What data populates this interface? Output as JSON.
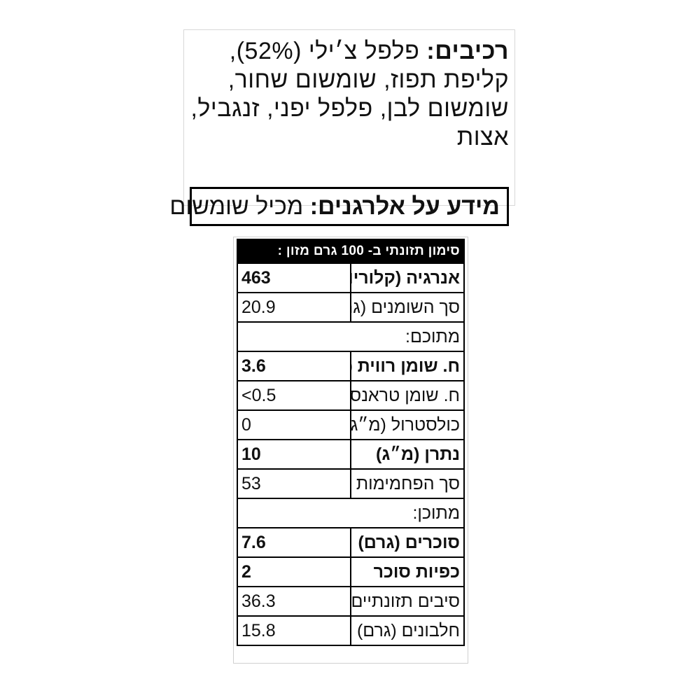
{
  "ingredients": {
    "heading": "רכיבים:",
    "text": "פלפל צ׳ילי (52%), קליפת תפוז, שומשום שחור, שומשום לבן, פלפל יפני, זנגביל, אצות",
    "allergen_heading": "מידע על אלרגנים:",
    "allergen_text": "מכיל שומשום"
  },
  "nutrition": {
    "header": "סימון תזונתי ב- 100 גרם מזון :",
    "rows": [
      {
        "label": "אנרגיה (קלוריות)",
        "value": "463",
        "bold": true
      },
      {
        "label": "סך השומנים (גרם)",
        "value": "20.9",
        "bold": false
      },
      {
        "label": "מתוכם:",
        "value": "",
        "bold": false
      },
      {
        "label": "ח. שומן רווית (גרם)",
        "value": "3.6",
        "bold": true
      },
      {
        "label": "ח. שומן טראנס (גרם)",
        "value": "<0.5",
        "bold": false
      },
      {
        "label": "כולסטרול (מ״ג)",
        "value": "0",
        "bold": false
      },
      {
        "label": "נתרן (מ״ג)",
        "value": "10",
        "bold": true
      },
      {
        "label": "סך הפחמימות (גרם)",
        "value": "53",
        "bold": false
      },
      {
        "label": "מתוכן:",
        "value": "",
        "bold": false
      },
      {
        "label": "סוכרים (גרם)",
        "value": "7.6",
        "bold": true
      },
      {
        "label": "כפיות סוכר",
        "value": "2",
        "bold": true
      },
      {
        "label": "סיבים תזונתיים (גרם)",
        "value": "36.3",
        "bold": false
      },
      {
        "label": "חלבונים (גרם)",
        "value": "15.8",
        "bold": false
      }
    ]
  }
}
